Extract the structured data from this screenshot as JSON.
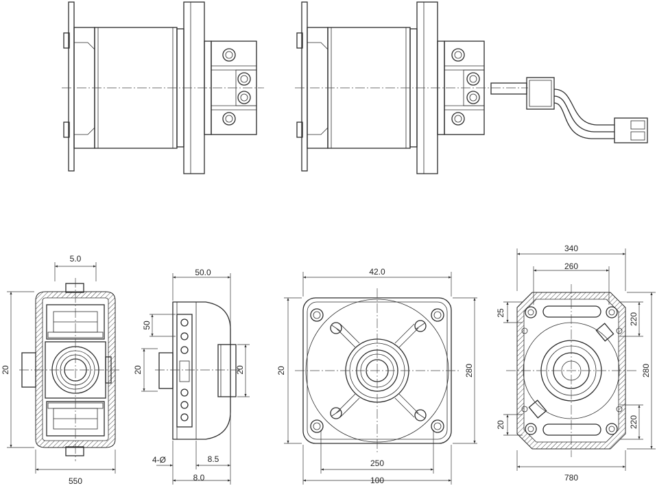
{
  "dimensions": {
    "v1_top_width": "5.0",
    "v1_height": "20",
    "v1_bottom_width": "550",
    "v2_top_width": "50.0",
    "v2_upper_height": "50",
    "v2_mid_height_left": "20",
    "v2_mid_height_right": "20",
    "v2_hole_callout": "4-Ø",
    "v2_bottom_right": "8.5",
    "v2_bottom_total": "8.0",
    "v3_top_width": "42.0",
    "v3_height_left": "20",
    "v3_height_right": "280",
    "v3_bottom_inner": "250",
    "v3_bottom_total": "100",
    "v4_top_outer": "340",
    "v4_top_inner": "260",
    "v4_left_upper": "25",
    "v4_left_lower": "20",
    "v4_right_upper": "220",
    "v4_right_lower": "220",
    "v4_height": "280",
    "v4_bottom_width": "780"
  },
  "colors": {
    "line": "#2a2a2a",
    "background": "#ffffff"
  }
}
